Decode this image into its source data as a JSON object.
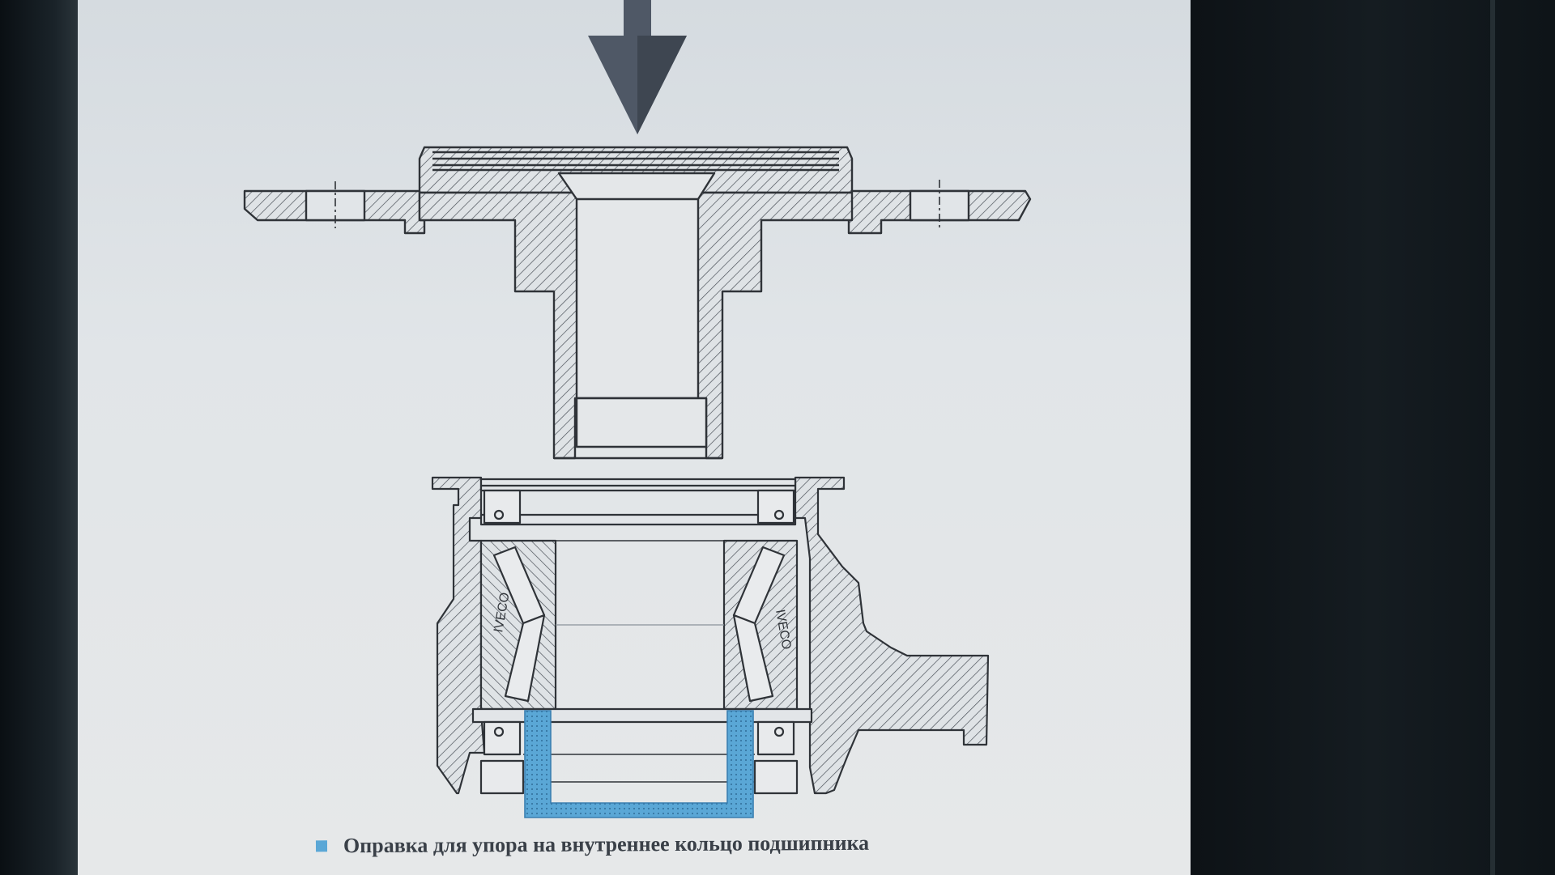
{
  "diagram": {
    "caption": "Оправка для упора на внутреннее кольцо подшипника",
    "bearing_mark_left": "IVECO",
    "bearing_mark_right": "IVECO",
    "colors": {
      "line": "#2f3338",
      "hatch": "#4a5058",
      "arrow": "#4f5866",
      "highlight": "#5aa7d6"
    },
    "icons": {
      "press_direction": "down-arrow-icon",
      "legend": "blue-square-icon"
    }
  }
}
